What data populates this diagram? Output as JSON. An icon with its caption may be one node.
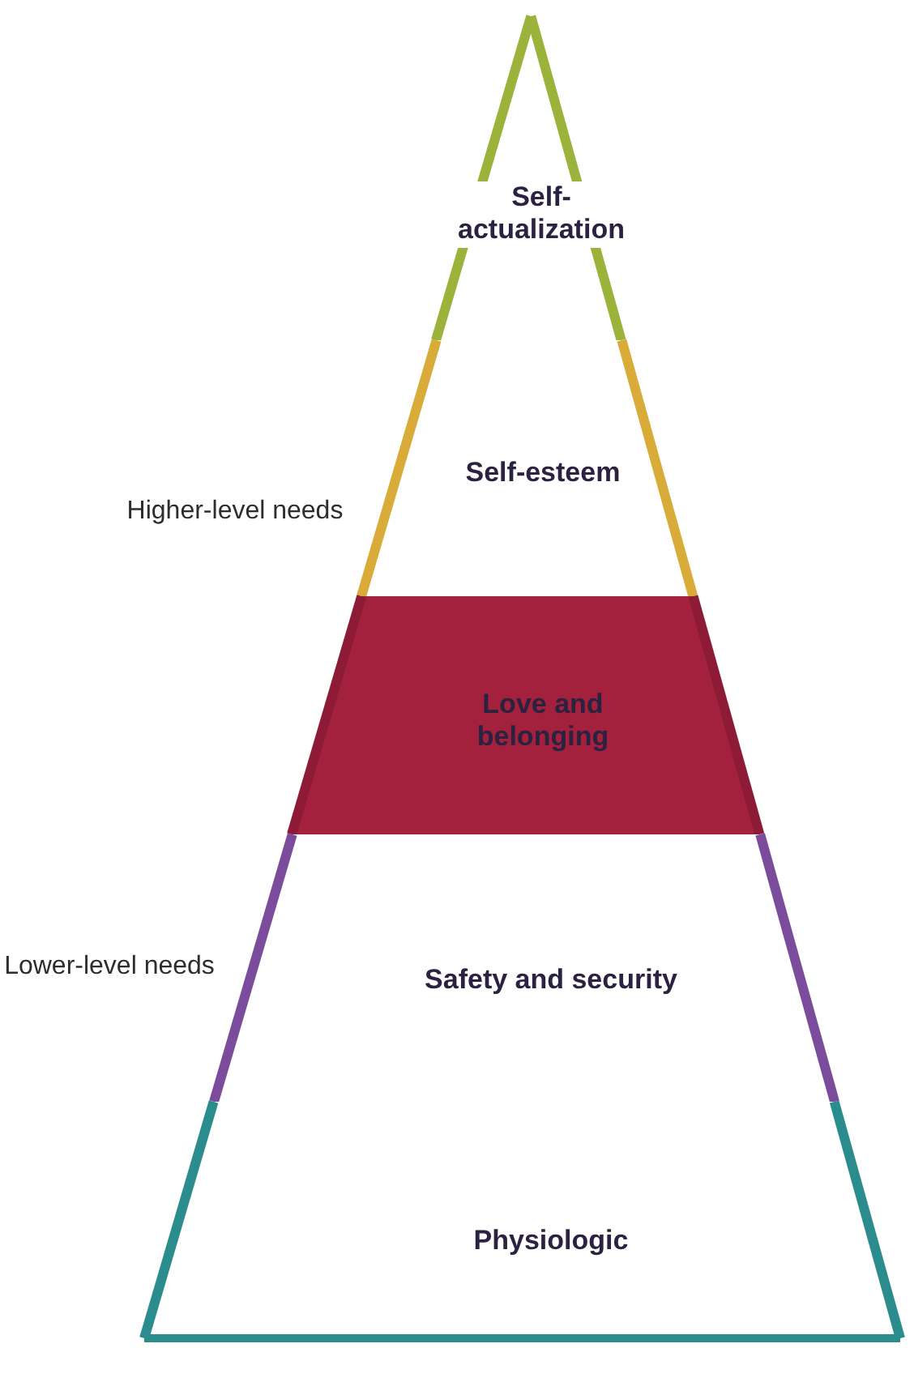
{
  "diagram": {
    "nodes": [
      {
        "text": [
          "Self-actualization"
        ]
      },
      {
        "text": [
          "Self-esteem"
        ]
      },
      {
        "text": [
          "Love and belonging"
        ]
      },
      {
        "text": [
          "Safety and security"
        ]
      },
      {
        "text": [
          "Physiologic"
        ]
      }
    ],
    "labels": [
      "Higher-level needs",
      "Lower-level needs"
    ]
  }
}
